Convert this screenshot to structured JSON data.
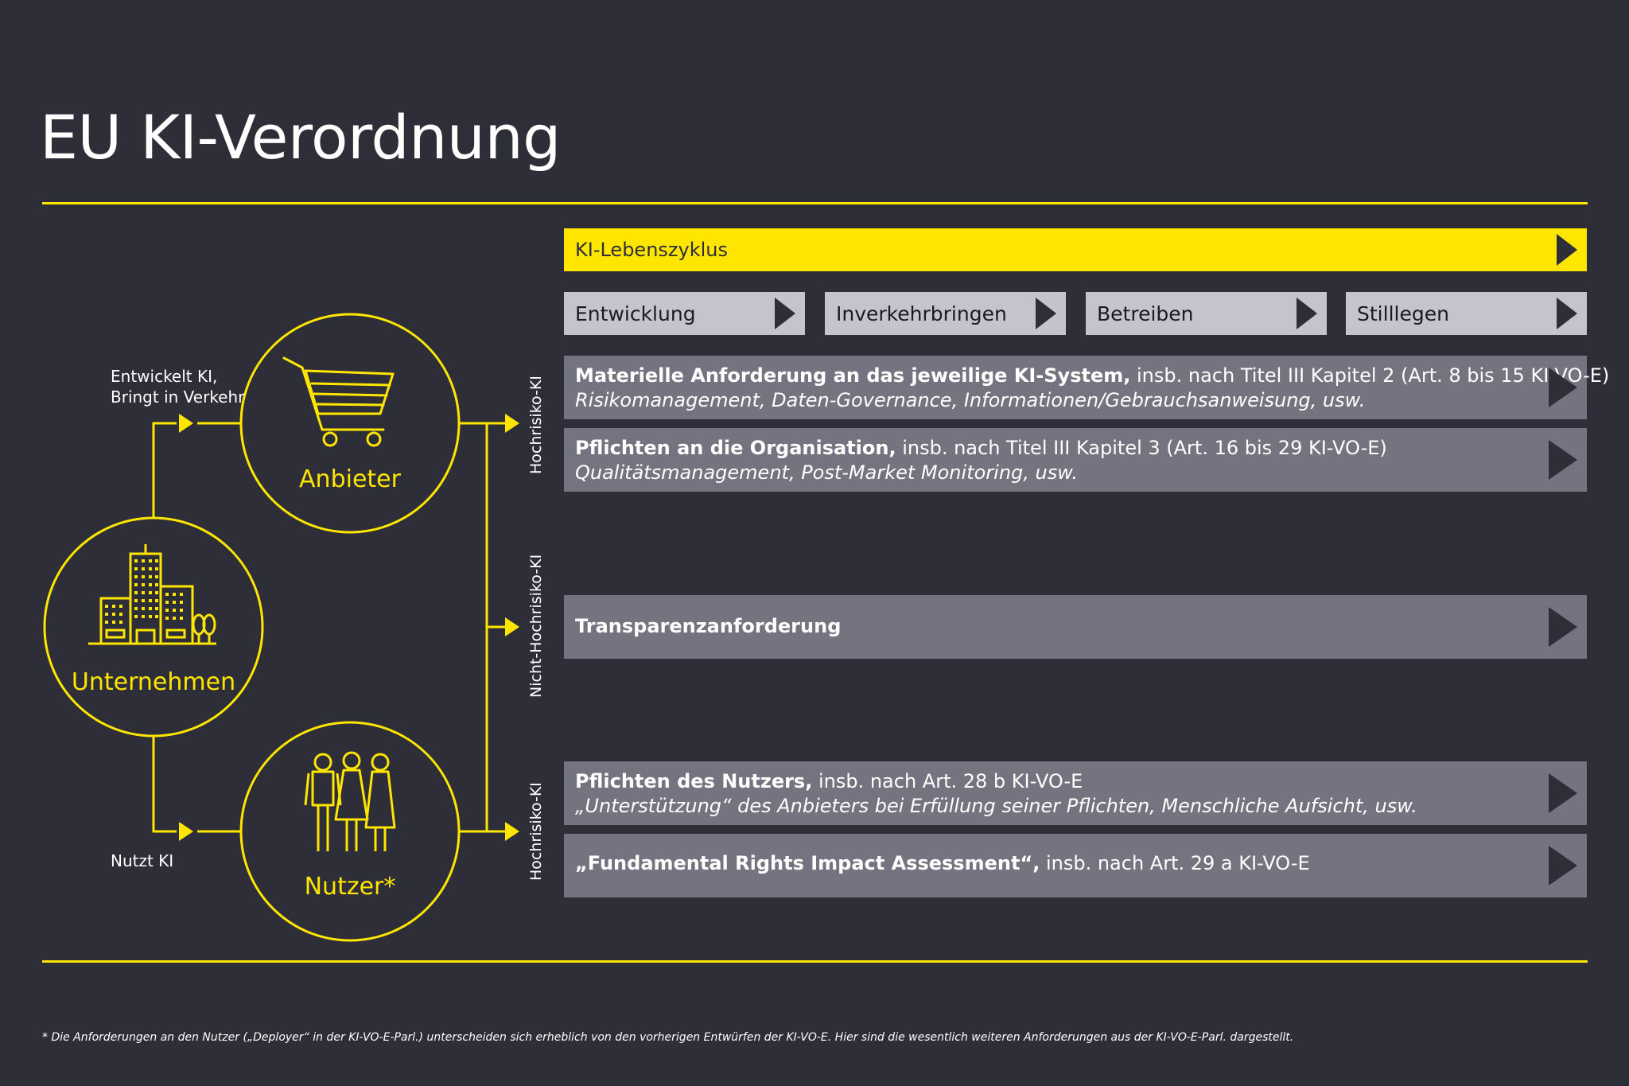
{
  "title": "EU KI-Verordnung",
  "colors": {
    "background": "#2e2e38",
    "accent": "#ffe600",
    "box_gray": "#747480",
    "phase_gray": "#c4c4cd"
  },
  "lifecycle": {
    "label": "KI-Lebenszyklus"
  },
  "phases": [
    "Entwicklung",
    "Inverkehrbringen",
    "Betreiben",
    "Stilllegen"
  ],
  "entities": {
    "company": "Unternehmen",
    "provider": "Anbieter",
    "user": "Nutzer*"
  },
  "edge_labels": {
    "provider_line1": "Entwickelt KI,",
    "provider_line2": "Bringt in Verkehr",
    "user": "Nutzt KI"
  },
  "risk_labels": {
    "high_top": "Hochrisiko-KI",
    "non_high": "Nicht-Hochrisiko-KI",
    "high_bottom": "Hochrisiko-KI"
  },
  "requirements": {
    "material": {
      "bold": "Materielle Anforderung an das jeweilige KI-System,",
      "rest": " insb. nach Titel III Kapitel 2 (Art. 8 bis 15 KI-VO-E)",
      "italic": "Risikomanagement, Daten-Governance, Informationen/Gebrauchsanweisung, usw."
    },
    "organisation": {
      "bold": "Pflichten an die Organisation,",
      "rest": " insb. nach Titel III Kapitel 3 (Art. 16 bis 29 KI-VO-E)",
      "italic": "Qualitätsmanagement, Post-Market Monitoring, usw."
    },
    "transparency": {
      "bold": "Transparenzanforderung"
    },
    "user_duties": {
      "bold": "Pflichten des Nutzers,",
      "rest": " insb. nach Art. 28 b KI-VO-E",
      "italic": "„Unterstützung“ des Anbieters bei Erfüllung seiner Pflichten, Menschliche Aufsicht, usw."
    },
    "fria": {
      "bold": "„Fundamental Rights Impact Assessment“,",
      "rest": " insb. nach Art. 29 a KI-VO-E"
    }
  },
  "footnote": "* Die Anforderungen an den Nutzer („Deployer“ in der KI-VO-E-Parl.) unterscheiden sich erheblich von den vorherigen Entwürfen der KI-VO-E. Hier sind die wesentlich weiteren Anforderungen aus der KI-VO-E-Parl. dargestellt."
}
